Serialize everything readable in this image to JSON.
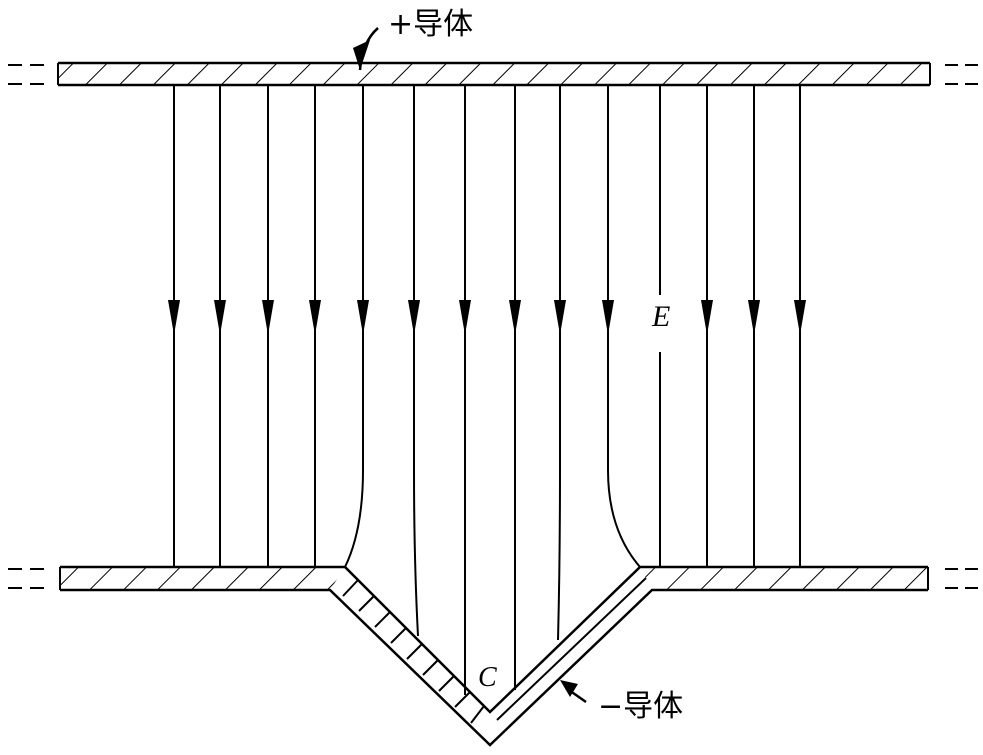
{
  "labels": {
    "positive_conductor": "+导体",
    "negative_conductor": "−导体",
    "field": "E",
    "corner": "C"
  },
  "colors": {
    "stroke": "#000000",
    "background": "#ffffff"
  }
}
